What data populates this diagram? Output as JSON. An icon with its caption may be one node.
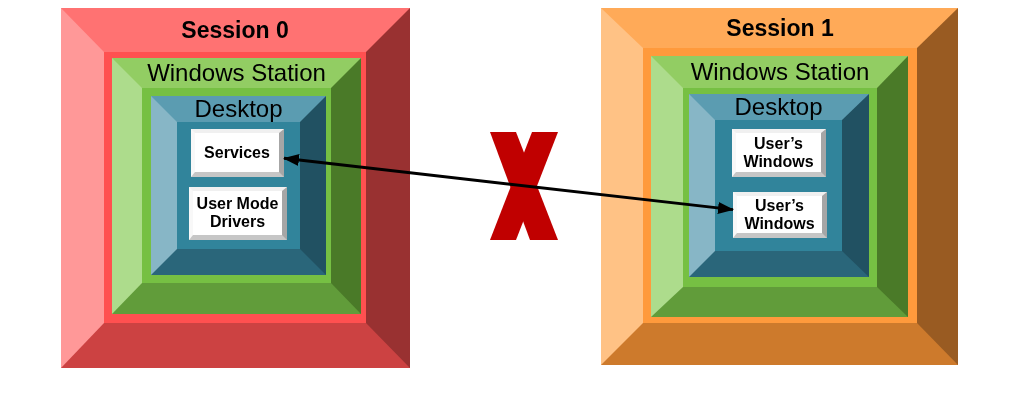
{
  "diagram": {
    "nodes": [
      {
        "text": [
          "Session 0"
        ]
      },
      {
        "text": [
          "Windows Station"
        ],
        "in": 0
      },
      {
        "text": [
          "Desktop"
        ],
        "in": 1
      },
      {
        "text": [
          "Services"
        ],
        "in": 2
      },
      {
        "text": [
          "User Mode Drivers"
        ],
        "in": 2
      },
      {
        "text": [
          "Session 1"
        ]
      },
      {
        "text": [
          "Windows Station"
        ],
        "in": 5
      },
      {
        "text": [
          "Desktop"
        ],
        "in": 6
      },
      {
        "text": [
          "User’s Windows"
        ],
        "in": 7
      },
      {
        "text": [
          "User’s Windows"
        ],
        "in": 7
      }
    ],
    "edges": [
      {
        "from": 3,
        "to": 9,
        "arrow": "both"
      }
    ]
  }
}
